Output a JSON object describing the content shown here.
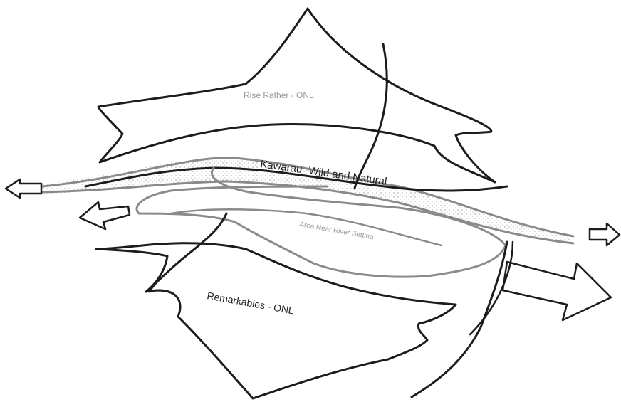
{
  "labels": {
    "upper_landscape": "Rise Rather - ONL",
    "river": "Kawarau -Wild and Natural",
    "middle_zone": "Area Near River Setting",
    "lower_landscape": "Remarkables - ONL"
  },
  "colors": {
    "ink": "#1c1c1c",
    "stipple": "#8a8a8a",
    "background": "#ffffff"
  }
}
